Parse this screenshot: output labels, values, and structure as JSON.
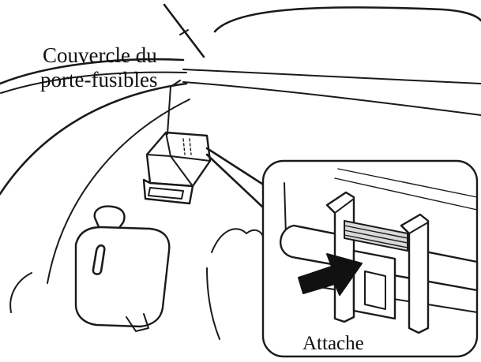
{
  "labels": {
    "fuse_cover_line1": "Couvercle du",
    "fuse_cover_line2": "porte-fusibles",
    "clip": "Attache"
  },
  "colors": {
    "ink": "#1a1a1a",
    "background": "#ffffff",
    "arrow": "#111111"
  }
}
